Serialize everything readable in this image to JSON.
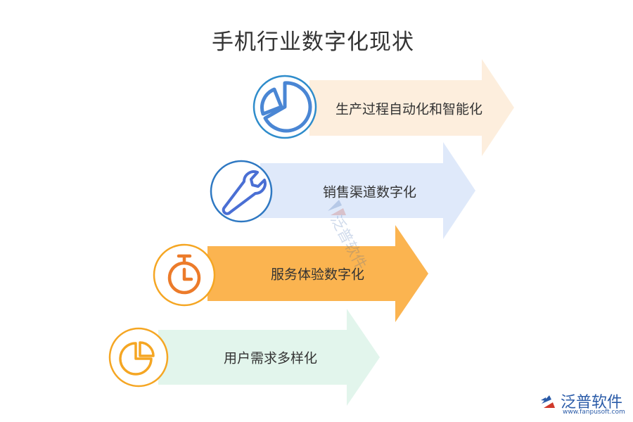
{
  "title": "手机行业数字化现状",
  "steps": [
    {
      "label": "生产过程自动化和智能化",
      "icon": "pie-chart-icon",
      "ring_color": "#2e8ccb",
      "icon_color": "#4a86d4",
      "arrow_color": "#fdeedd"
    },
    {
      "label": "销售渠道数字化",
      "icon": "wrench-icon",
      "ring_color": "#2e78c2",
      "icon_color": "#4a6fd4",
      "arrow_color": "#dfe9fa"
    },
    {
      "label": "服务体验数字化",
      "icon": "stopwatch-icon",
      "ring_color": "#f5a623",
      "icon_color": "#ec7b2a",
      "arrow_color": "#fbb450"
    },
    {
      "label": "用户需求多样化",
      "icon": "pie-chart-icon",
      "ring_color": "#f5a623",
      "icon_color": "#f5a623",
      "arrow_color": "#e2f5ec"
    }
  ],
  "brand": {
    "name": "泛普软件",
    "url": "www.fanpusoft.com",
    "color": "#2a5ba8"
  },
  "watermark": {
    "name": "泛普软件"
  }
}
